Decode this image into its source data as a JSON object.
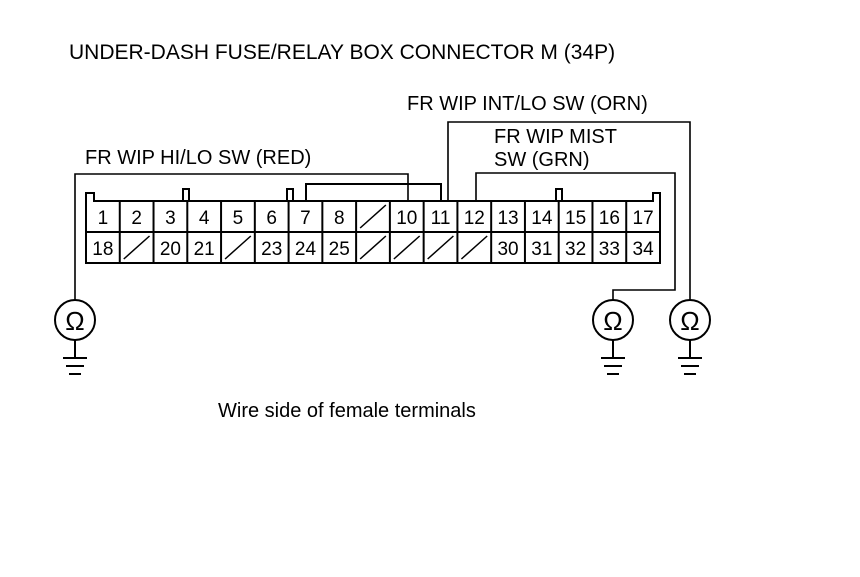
{
  "title": "UNDER-DASH FUSE/RELAY BOX CONNECTOR M (34P)",
  "labels": {
    "int_lo": "FR WIP INT/LO SW (ORN)",
    "mist_line1": "FR WIP MIST",
    "mist_line2": "SW (GRN)",
    "hi_lo": "FR WIP HI/LO SW (RED)"
  },
  "caption": "Wire side of female terminals",
  "meter_symbol": "Ω",
  "connector": {
    "row1": [
      "1",
      "2",
      "3",
      "4",
      "5",
      "6",
      "7",
      "8",
      "",
      "10",
      "11",
      "12",
      "13",
      "14",
      "15",
      "16",
      "17"
    ],
    "row2": [
      "18",
      "",
      "20",
      "21",
      "",
      "23",
      "24",
      "25",
      "",
      "",
      "",
      "",
      "30",
      "31",
      "32",
      "33",
      "34"
    ]
  }
}
